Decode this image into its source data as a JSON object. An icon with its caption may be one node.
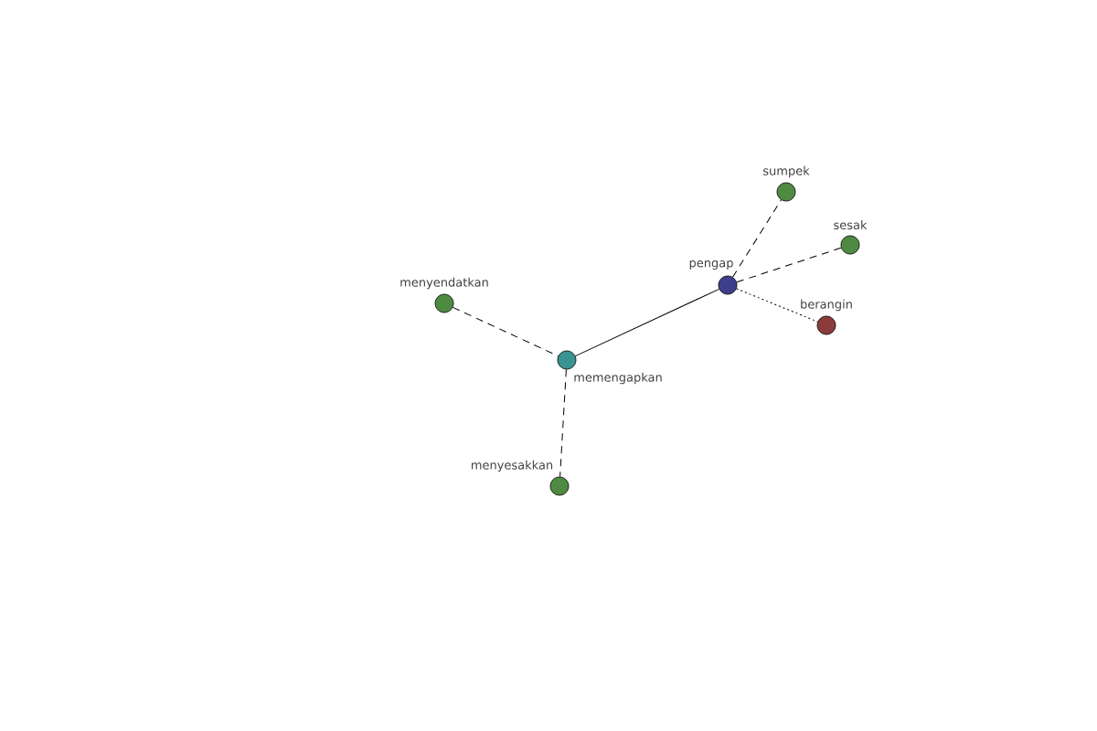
{
  "diagram": {
    "nodes": [
      {
        "text": [
          "pengap"
        ]
      },
      {
        "text": [
          "sumpek"
        ]
      },
      {
        "text": [
          "sesak"
        ]
      },
      {
        "text": [
          "berangin"
        ]
      },
      {
        "text": [
          "menyendatkan"
        ]
      },
      {
        "text": [
          "memengapkan"
        ]
      },
      {
        "text": [
          "menyesakkan"
        ]
      }
    ],
    "edges": [
      {
        "from": 0,
        "to": 1,
        "arrow": "none",
        "style": "dashed"
      },
      {
        "from": 0,
        "to": 2,
        "arrow": "none",
        "style": "dashed"
      },
      {
        "from": 0,
        "to": 3,
        "arrow": "none",
        "style": "dashed"
      },
      {
        "from": 0,
        "to": 5,
        "arrow": "none"
      },
      {
        "from": 4,
        "to": 5,
        "arrow": "none",
        "style": "dashed"
      },
      {
        "from": 5,
        "to": 6,
        "arrow": "none",
        "style": "dashed"
      }
    ]
  }
}
